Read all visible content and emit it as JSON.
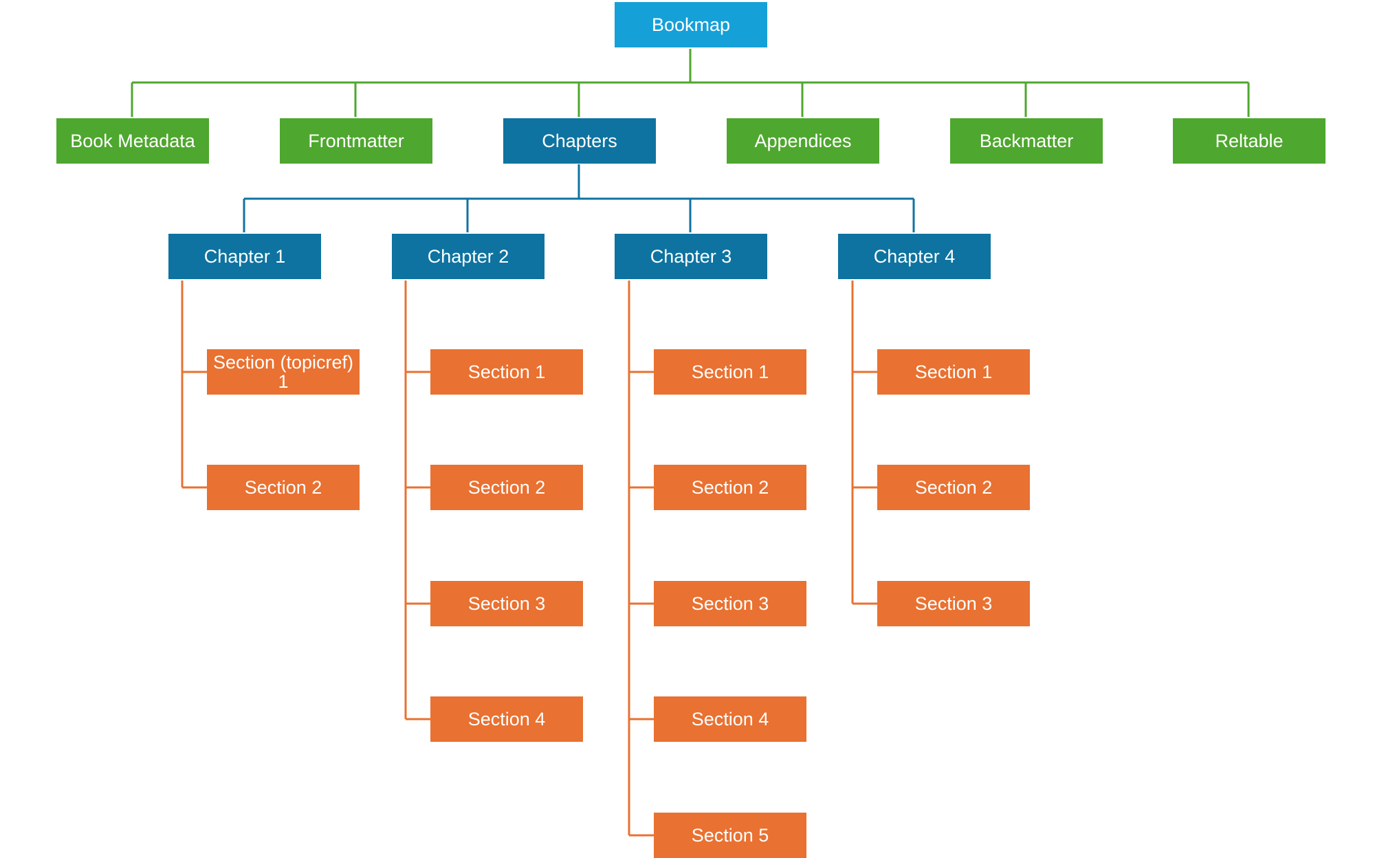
{
  "root": {
    "label": "Bookmap"
  },
  "top_level": [
    {
      "label": "Book Metadata"
    },
    {
      "label": "Frontmatter"
    },
    {
      "label": "Chapters"
    },
    {
      "label": "Appendices"
    },
    {
      "label": "Backmatter"
    },
    {
      "label": "Reltable"
    }
  ],
  "chapters": [
    {
      "label": "Chapter 1",
      "sections": [
        "Section (topicref) 1",
        "Section 2"
      ]
    },
    {
      "label": "Chapter 2",
      "sections": [
        "Section 1",
        "Section 2",
        "Section 3",
        "Section 4"
      ]
    },
    {
      "label": "Chapter 3",
      "sections": [
        "Section 1",
        "Section 2",
        "Section 3",
        "Section 4",
        "Section 5"
      ]
    },
    {
      "label": "Chapter 4",
      "sections": [
        "Section 1",
        "Section 2",
        "Section 3"
      ]
    }
  ],
  "colors": {
    "root": "#16a0d8",
    "chapters": "#0e73a0",
    "top_level": "#4ea72e",
    "sections": "#e97131",
    "connector_top": "#4ea72e",
    "connector_chapters": "#0e73a0",
    "connector_sections": "#e97131"
  }
}
